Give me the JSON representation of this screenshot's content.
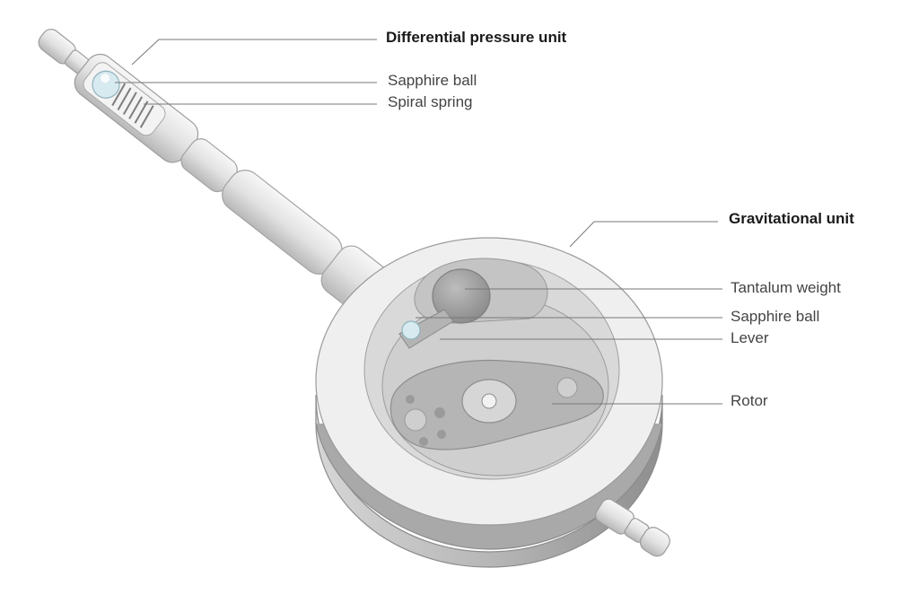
{
  "labels": {
    "differential_unit": "Differential pressure unit",
    "sapphire_ball_top": "Sapphire ball",
    "spiral_spring": "Spiral spring",
    "gravitational_unit": "Gravitational unit",
    "tantalum_weight": "Tantalum weight",
    "sapphire_ball_lower": "Sapphire ball",
    "lever": "Lever",
    "rotor": "Rotor"
  },
  "colors": {
    "background": "#ffffff",
    "body_light": "#eeeeee",
    "body_mid": "#c9c9c9",
    "body_dark": "#9a9a9a",
    "leader_line": "#777777",
    "sapphire": "#cfe4ea"
  }
}
